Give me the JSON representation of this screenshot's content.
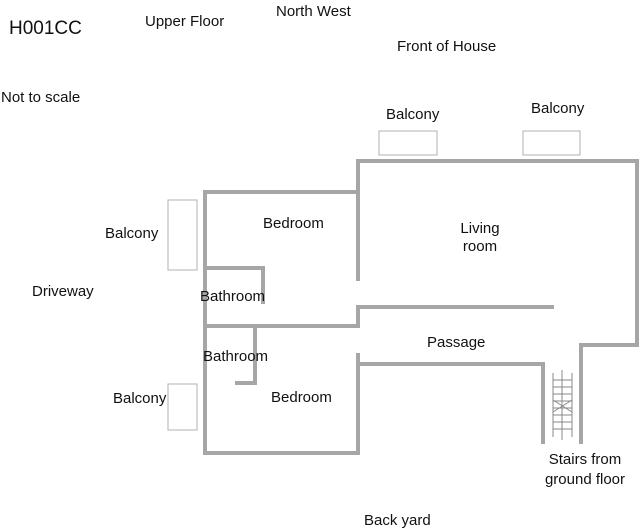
{
  "plan_id": "H001CC",
  "floor": "Upper Floor",
  "orientation": "North West",
  "front": "Front of House",
  "scale_note": "Not to scale",
  "outside": {
    "driveway": "Driveway",
    "back": "Back yard"
  },
  "balconies": [
    "Balcony",
    "Balcony",
    "Balcony",
    "Balcony"
  ],
  "rooms": {
    "bedroom_top": "Bedroom",
    "bedroom_bottom": "Bedroom",
    "bathroom_top": "Bathroom",
    "bathroom_bottom": "Bathroom",
    "living_1": "Living",
    "living_2": "room",
    "passage": "Passage",
    "stairs_1": "Stairs from",
    "stairs_2": "ground floor"
  },
  "colors": {
    "wall": "#a6a6a6",
    "balcony": "#b0b0b0"
  }
}
